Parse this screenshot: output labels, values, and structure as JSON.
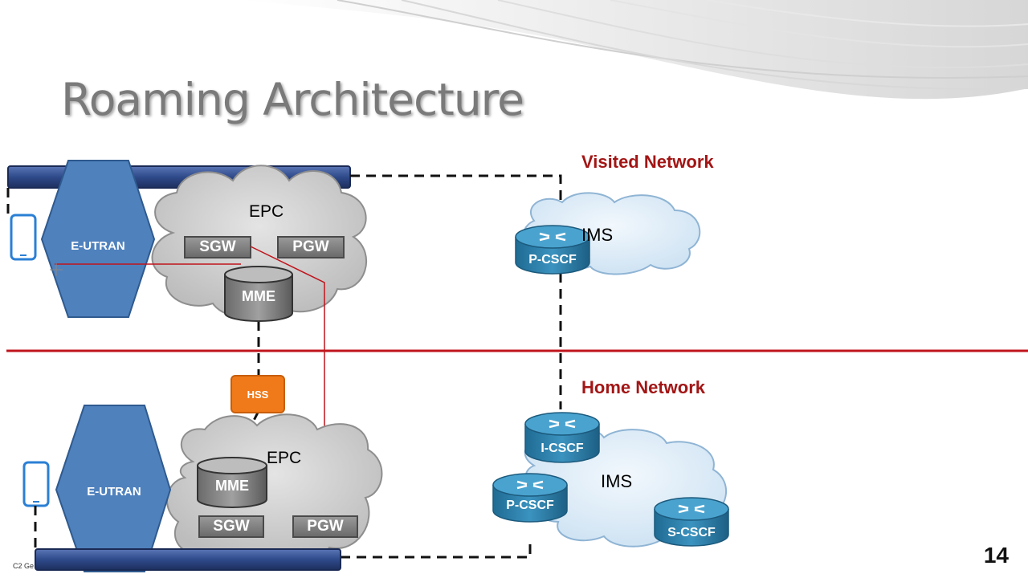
{
  "slide": {
    "title": "Roaming Architecture",
    "page_number": "14",
    "footer": "C2 Ge"
  },
  "visited": {
    "label": "Visited Network",
    "eutran": "E-UTRAN",
    "epc": "EPC",
    "sgw": "SGW",
    "pgw": "PGW",
    "mme": "MME",
    "ims": "IMS",
    "pcscf": "P-CSCF"
  },
  "hss": "HSS",
  "home": {
    "label": "Home Network",
    "eutran": "E-UTRAN",
    "epc": "EPC",
    "sgw": "SGW",
    "pgw": "PGW",
    "mme": "MME",
    "ims": "IMS",
    "icscf": "I-CSCF",
    "pcscf": "P-CSCF",
    "scscf": "S-CSCF"
  },
  "colors": {
    "label_red": "#a31515",
    "divider_red": "#c0141c",
    "hex_blue": "#4f81bd",
    "bar_navy": "#2f4a8a",
    "router_teal": "#2d7ea7",
    "hss_orange": "#f07a1a",
    "cloud_gray": "#cfcfcf",
    "ims_cloud": "#dcecf8"
  }
}
